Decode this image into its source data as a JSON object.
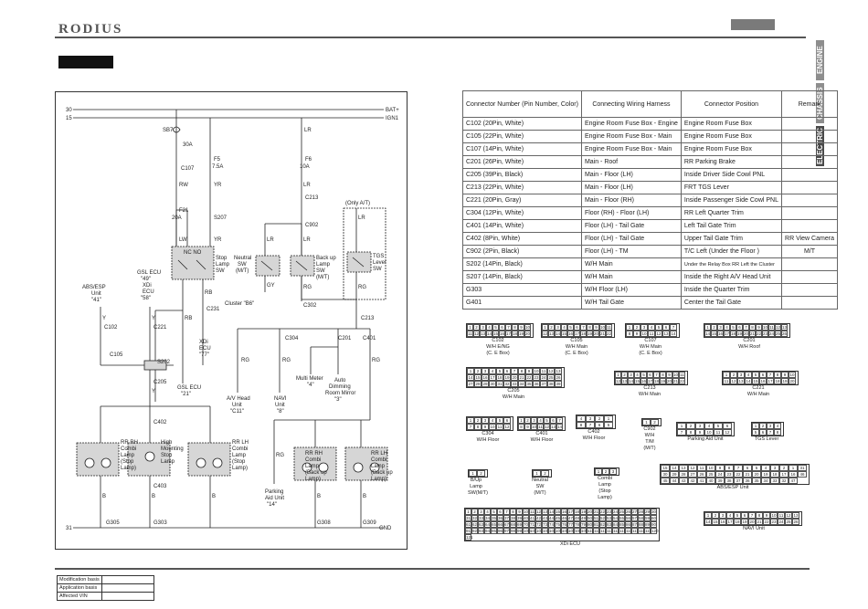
{
  "header": {
    "logo": "RODIUS",
    "section_label": "",
    "tabs": [
      "ENGINE",
      "CHASSIS",
      "ELECTRIC"
    ]
  },
  "diagram": {
    "rails": {
      "top": "30",
      "second": "15",
      "ground": "31",
      "bat": "BAT+",
      "ign": "IGN1",
      "gnd": "GND"
    },
    "fuses": {
      "sb7": "SB7",
      "sb7_amp": "30A",
      "f21": "F21",
      "f21_amp": "20A",
      "f5": "F5",
      "f5_amp": "7.5A",
      "f6": "F6",
      "f6_amp": "10A"
    },
    "wires": {
      "lr": "LR",
      "rw": "RW",
      "yr": "YR",
      "lw": "LW",
      "y": "Y",
      "gy": "GY",
      "rb": "RB",
      "rg": "RG",
      "b": "B",
      "nc_no": "NC NO"
    },
    "connectors": {
      "c107": "C107",
      "s207": "S207",
      "c213": "C213",
      "c902": "C902",
      "c231": "C231",
      "c105": "C105",
      "s202": "S202",
      "c102": "C102",
      "c221": "C221",
      "c304": "C304",
      "c201": "C201",
      "c401": "C401",
      "c402": "C402",
      "c403": "C403",
      "c205": "C205",
      "g305": "G305",
      "g303": "G303",
      "g308": "G308",
      "g309": "G309",
      "c302": "C302"
    },
    "labels": {
      "only_at": "(Only A/T)",
      "stop_sw": [
        "Stop",
        "Lamp",
        "SW"
      ],
      "neutral_sw": [
        "Neutral",
        "SW",
        "(M/T)"
      ],
      "backup_sw": [
        "Back up",
        "Lamp",
        "SW",
        "(M/T)"
      ],
      "tgs_sw": [
        "TGS",
        "Lever",
        "SW"
      ],
      "cluster": "Cluster \"B6\"",
      "xdi_ecu": [
        "XDi",
        "ECU",
        "\"77\""
      ],
      "gsl_ecu_bottom": [
        "GSL ECU",
        "\"21\""
      ],
      "abs": [
        "ABS/ESP",
        "Unit",
        "\"41\""
      ],
      "gsl_ecu": [
        "GSL ECU",
        "\"49\"",
        "XDi",
        "ECU",
        "\"58\""
      ],
      "av": [
        "A/V Head",
        "Unit",
        "\"C11\""
      ],
      "navi": [
        "NAVI",
        "Unit",
        "\"8\""
      ],
      "multi": [
        "Multi Meter",
        "\"4\""
      ],
      "auto_dim": [
        "Auto",
        "Dimming",
        "Room Mirror",
        "\"3\""
      ],
      "rr_rh": [
        "RR RH",
        "Combi",
        "Lamp",
        "(Stop",
        "Lamp)"
      ],
      "high_mount": [
        "High",
        "Mounting",
        "Stop",
        "Lamp"
      ],
      "rr_lh": [
        "RR LH",
        "Combi",
        "Lamp",
        "(Stop",
        "Lamp)"
      ],
      "parking": [
        "Parking",
        "Aid Unit",
        "\"14\""
      ],
      "rr_rh_backup": [
        "RR RH",
        "Combi",
        "Lamp",
        "(Back up",
        "Lamp)"
      ],
      "rr_lh_backup": [
        "RR LH",
        "Combi",
        "Lamp",
        "(Back up",
        "Lamp)"
      ]
    }
  },
  "table": {
    "headers": [
      "Connector Number (Pin Number, Color)",
      "Connecting Wiring Harness",
      "Connector Position",
      "Remark"
    ],
    "rows": [
      [
        "C102 (20Pin, White)",
        "Engine Room Fuse Box - Engine",
        "Engine Room Fuse Box",
        ""
      ],
      [
        "C105 (22Pin, White)",
        "Engine Room Fuse Box - Main",
        "Engine Room Fuse Box",
        ""
      ],
      [
        "C107 (14Pin, White)",
        "Engine Room Fuse Box - Main",
        "Engine Room Fuse Box",
        ""
      ],
      [
        "C201 (26Pin, White)",
        "Main - Roof",
        "RR Parking Brake",
        ""
      ],
      [
        "C205 (39Pin, Black)",
        "Main - Floor (LH)",
        "Inside Driver Side Cowl PNL",
        ""
      ],
      [
        "C213 (22Pin, White)",
        "Main - Floor (LH)",
        "FRT TGS Lever",
        ""
      ],
      [
        "C221 (20Pin, Gray)",
        "Main - Floor (RH)",
        "Inside Passenger Side Cowl PNL",
        ""
      ],
      [
        "C304 (12Pin, White)",
        "Floor (RH) - Floor (LH)",
        "RR Left Quarter Trim",
        ""
      ],
      [
        "C401 (14Pin, White)",
        "Floor (LH) - Tail Gate",
        "Left Tail Gate Trim",
        ""
      ],
      [
        "C402 (8Pin, White)",
        "Floor (LH) - Tail Gate",
        "Upper Tail Gate Trim",
        "RR View Camera"
      ],
      [
        "C902 (2Pin, Black)",
        "Floor (LH) - TM",
        "T/C Left (Under the Floor )",
        "M/T"
      ],
      [
        "S202 (14Pin, Black)",
        "W/H Main",
        "Under the Relay Box RR Left the Cluster",
        ""
      ],
      [
        "S207 (14Pin, Black)",
        "W/H Main",
        "Inside the Right A/V Head Unit",
        ""
      ],
      [
        "G303",
        "W/H Floor (LH)",
        "Inside the Quarter Trim",
        ""
      ],
      [
        "G401",
        "W/H Tail Gate",
        "Center the Tail Gate",
        ""
      ]
    ]
  },
  "pin_blocks": [
    {
      "id": "c102",
      "label": [
        "C102",
        "W/H E/NG",
        "(C. E Box)"
      ],
      "pins": [
        "1",
        "2",
        "3",
        "4",
        "5",
        "6",
        "7",
        "8",
        "9",
        "10",
        "11",
        "12",
        "13",
        "14",
        "15",
        "16",
        "17",
        "18",
        "19",
        "20"
      ]
    },
    {
      "id": "c105",
      "label": [
        "C105",
        "W/H Main",
        "(C. E Box)"
      ],
      "pins": [
        "1",
        "2",
        "3",
        "4",
        "5",
        "6",
        "7",
        "8",
        "9",
        "10",
        "11",
        "12",
        "13",
        "14",
        "15",
        "16",
        "17",
        "18",
        "19",
        "20",
        "21",
        "22"
      ]
    },
    {
      "id": "c107",
      "label": [
        "C107",
        "W/H Main",
        "(C. E Box)"
      ],
      "pins": [
        "1",
        "2",
        "3",
        "4",
        "5",
        "6",
        "7",
        "8",
        "9",
        "10",
        "11",
        "12",
        "13",
        "14"
      ]
    },
    {
      "id": "c201",
      "label": [
        "C201",
        "W/H Roof"
      ],
      "pins": [
        "1",
        "2",
        "3",
        "4",
        "5",
        "6",
        "7",
        "8",
        "9",
        "10",
        "11",
        "12",
        "13",
        "14",
        "15",
        "16",
        "17",
        "18",
        "19",
        "20",
        "21",
        "22",
        "23",
        "24",
        "25",
        "26"
      ]
    },
    {
      "id": "c205",
      "label": [
        "C205",
        "W/H Main"
      ],
      "pins": [
        "1",
        "2",
        "3",
        "4",
        "5",
        "6",
        "7",
        "8",
        "9",
        "10",
        "11",
        "12",
        "13",
        "14",
        "15",
        "16",
        "17",
        "18",
        "19",
        "20",
        "21",
        "22",
        "23",
        "24",
        "25",
        "26",
        "27",
        "28",
        "29",
        "30",
        "31",
        "32",
        "33",
        "34",
        "35",
        "36",
        "37",
        "38",
        "39"
      ]
    },
    {
      "id": "c213",
      "label": [
        "C213",
        "W/H Main"
      ],
      "pins": [
        "1",
        "2",
        "3",
        "4",
        "5",
        "6",
        "7",
        "8",
        "9",
        "10",
        "11",
        "12",
        "13",
        "14",
        "15",
        "16",
        "17",
        "18",
        "19",
        "20",
        "21",
        "22"
      ]
    },
    {
      "id": "c221",
      "label": [
        "C221",
        "W/H Main"
      ],
      "pins": [
        "1",
        "2",
        "3",
        "4",
        "5",
        "6",
        "7",
        "8",
        "9",
        "10",
        "11",
        "12",
        "13",
        "14",
        "15",
        "16",
        "17",
        "18",
        "19",
        "20"
      ]
    },
    {
      "id": "c304",
      "label": [
        "C304",
        "W/H Floor"
      ],
      "pins": [
        "1",
        "2",
        "3",
        "4",
        "5",
        "6",
        "7",
        "8",
        "9",
        "10",
        "11",
        "12"
      ]
    },
    {
      "id": "c401",
      "label": [
        "C401",
        "W/H Floor"
      ],
      "pins": [
        "1",
        "2",
        "3",
        "4",
        "5",
        "6",
        "7",
        "8",
        "9",
        "10",
        "11",
        "12",
        "13",
        "14"
      ]
    },
    {
      "id": "c402",
      "label": [
        "C402",
        "W/H Floor"
      ],
      "pins": [
        "4",
        "3",
        "2",
        "1",
        "8",
        "7",
        "6",
        "5"
      ]
    },
    {
      "id": "c902",
      "label": [
        "C902",
        "W/H T/M (M/T)"
      ],
      "pins": [
        "1",
        "2"
      ]
    },
    {
      "id": "parking",
      "label": [
        "Parking Aid Unit"
      ],
      "pins": [
        "1",
        "2",
        "3",
        "4",
        "5",
        "6",
        "7",
        "8",
        "9",
        "10",
        "11",
        "12"
      ]
    },
    {
      "id": "tgs",
      "label": [
        "TGS Lever"
      ],
      "pins": [
        "1",
        "2",
        "3",
        "4",
        "5",
        "6",
        "7",
        "8"
      ]
    },
    {
      "id": "backup",
      "label": [
        "B/Up Lamp",
        "SW(M/T)"
      ],
      "pins": [
        "1",
        "2"
      ]
    },
    {
      "id": "neutral",
      "label": [
        "Neutral SW",
        "(M/T)"
      ],
      "pins": [
        "1",
        "2"
      ]
    },
    {
      "id": "combi",
      "label": [
        "Combi Lamp",
        "(Stop Lamp)"
      ],
      "pins": [
        "1",
        "2",
        "3"
      ]
    },
    {
      "id": "abs",
      "label": [
        "ABS/ESP Unit"
      ],
      "pins": [
        "15",
        "14",
        "13",
        "12",
        "11",
        "10",
        "9",
        "8",
        "7",
        "6",
        "5",
        "4",
        "3",
        "2",
        "1",
        "31",
        "30",
        "29",
        "28",
        "27",
        "26",
        "25",
        "24",
        "23",
        "22",
        "21",
        "20",
        "19",
        "18",
        "17",
        "16",
        "46",
        "45",
        "44",
        "43",
        "42",
        "41",
        "40",
        "39",
        "38",
        "37",
        "36",
        "35",
        "34",
        "33",
        "32",
        "47"
      ]
    },
    {
      "id": "xdi",
      "label": [
        "XDi ECU"
      ],
      "pins": [
        "1",
        "2",
        "3",
        "4",
        "5",
        "6",
        "7",
        "8",
        "9",
        "10",
        "11",
        "12",
        "13",
        "14",
        "15",
        "16",
        "17",
        "18",
        "19",
        "20",
        "21",
        "22",
        "23",
        "24",
        "25",
        "26",
        "27",
        "28",
        "29",
        "30",
        "31",
        "32",
        "33",
        "34",
        "35",
        "36",
        "37",
        "38",
        "39",
        "40",
        "41",
        "42",
        "43",
        "44",
        "45",
        "46",
        "47",
        "48",
        "49",
        "50",
        "51",
        "52",
        "53",
        "54",
        "55",
        "56",
        "57",
        "58",
        "59",
        "60",
        "61",
        "62",
        "63",
        "64",
        "65",
        "66",
        "67",
        "68",
        "69",
        "70",
        "71",
        "72",
        "73",
        "74",
        "75",
        "76",
        "77",
        "78",
        "79",
        "80",
        "81",
        "82",
        "83",
        "84",
        "85",
        "86",
        "87",
        "88",
        "89",
        "90",
        "91",
        "92",
        "93",
        "94",
        "95",
        "96",
        "97",
        "98",
        "99",
        "100",
        "101",
        "102",
        "103",
        "104",
        "105",
        "106",
        "107",
        "108",
        "109",
        "110",
        "111",
        "112",
        "113",
        "114",
        "115",
        "116",
        "117",
        "118",
        "119",
        "120",
        "121"
      ]
    },
    {
      "id": "navi",
      "label": [
        "NAVI Unit"
      ],
      "pins": [
        "1",
        "2",
        "3",
        "4",
        "5",
        "6",
        "7",
        "8",
        "9",
        "10",
        "11",
        "12",
        "13",
        "14",
        "15",
        "16",
        "17",
        "18",
        "19",
        "20",
        "21",
        "22",
        "23",
        "24",
        "25",
        "26"
      ]
    }
  ],
  "footer": {
    "rows": [
      "Modification basis",
      "Application basis",
      "Affected VIN"
    ]
  }
}
